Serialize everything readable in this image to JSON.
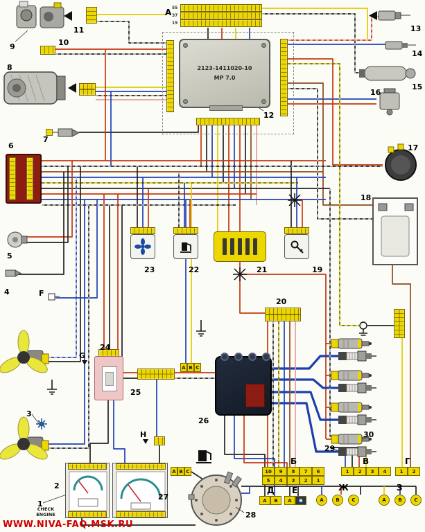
{
  "watermark": "WWW.NIVA-FAQ.MSK.RU",
  "ecu": {
    "model": "2123-1411020-10",
    "version": "MP 7.0"
  },
  "connector_a": {
    "label": "А",
    "row_numbers": [
      "55",
      "37",
      "19"
    ]
  },
  "check_engine": {
    "line1": "CHECK",
    "line2": "ENGINE"
  },
  "callouts": {
    "n1": "1",
    "n2": "2",
    "n3": "3",
    "n4": "4",
    "n5": "5",
    "n6": "6",
    "n7": "7",
    "n8": "8",
    "n9": "9",
    "n10": "10",
    "n11": "11",
    "n12": "12",
    "n13": "13",
    "n14": "14",
    "n15": "15",
    "n16": "16",
    "n17": "17",
    "n18": "18",
    "n19": "19",
    "n20": "20",
    "n21": "21",
    "n22": "22",
    "n23": "23",
    "n24": "24",
    "n25": "25",
    "n26": "26",
    "n27": "27",
    "n28": "28",
    "n29": "29",
    "n30": "30",
    "G": "G",
    "H": "H",
    "F": "F"
  },
  "connectors": {
    "b": {
      "label": "Б",
      "row1": [
        "10",
        "9",
        "8",
        "7",
        "6"
      ],
      "row2": [
        "5",
        "4",
        "3",
        "2",
        "1"
      ]
    },
    "v": {
      "label": "В",
      "pins": [
        "1",
        "2",
        "3",
        "4"
      ]
    },
    "g": {
      "label": "Г",
      "pins": [
        "1",
        "2"
      ]
    },
    "d": {
      "label": "Д",
      "pins": [
        "А",
        "В"
      ]
    },
    "e": {
      "label": "Е",
      "pins": [
        "А",
        "В"
      ]
    },
    "zh": {
      "label": "Ж",
      "pins": [
        "А",
        "В",
        "С"
      ]
    },
    "z": {
      "label": "З",
      "pins": [
        "А",
        "В",
        "С"
      ]
    },
    "abc": {
      "pins": [
        "А",
        "В",
        "С"
      ]
    },
    "fuel": {
      "pins": [
        "А",
        "В",
        "С"
      ]
    }
  },
  "colors": {
    "connector": "#ecd800",
    "wire_red": "#c53711",
    "wire_blue": "#2040b5",
    "wire_yellow": "#e0cc00",
    "wire_black": "#222222",
    "wire_brown": "#8a4a1e",
    "wire_pink": "#e59c9c",
    "fuse_block": "#8d1d12",
    "coil": "#18202e",
    "fan_blade": "#e9e73a",
    "watermark": "#cf0000"
  }
}
